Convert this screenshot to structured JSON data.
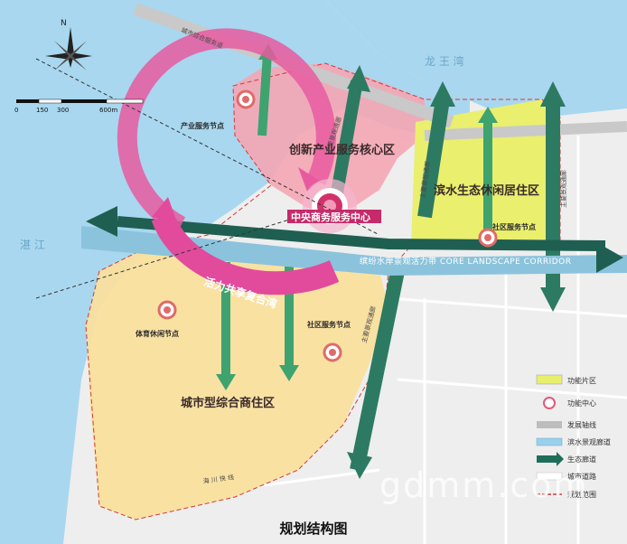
{
  "title": "规划结构图",
  "watermark": "gdmm.com",
  "compass": {
    "north": "N"
  },
  "scale": {
    "labels": [
      "0",
      "150",
      "300",
      "600m"
    ]
  },
  "water": {
    "river_left": "湛 江",
    "lake_top": "龙 王 湾"
  },
  "zones": {
    "core_innovation": "创新产业服务核心区",
    "waterfront_residential": "滨水生态休闲居住区",
    "urban_mixed": "城市型综合商住区",
    "cbd": "中央商务服务中心",
    "vitality_bay": "活力共享复合湾"
  },
  "nodes": {
    "industry": "产业服务节点",
    "community_east": "社区服务节点",
    "sports": "体育休闲节点",
    "community_south": "社区服务节点"
  },
  "corridor_label": "缤纷水岸景观活力带  CORE LANDSCAPE CORRIDOR",
  "roads": {
    "top_road": "城市综合服务道",
    "view_corridor_1": "主要景观通廊",
    "view_corridor_2": "主要景观通廊",
    "view_corridor_3": "主要景观通廊",
    "view_corridor_4": "主要景观通廊",
    "south_road": "海 川 快 线"
  },
  "legend": [
    {
      "label": "功能片区",
      "color": "#e8ef6b"
    },
    {
      "label": "功能中心",
      "color": "#e05a7a"
    },
    {
      "label": "发展轴线",
      "color": "#bdbdbd"
    },
    {
      "label": "滨水景观廊道",
      "color": "#9ad0ea"
    },
    {
      "label": "生态廊道",
      "color": "#1e6e5a"
    },
    {
      "label": "城市道路",
      "color": "#ffffff"
    },
    {
      "label": "规划范围",
      "color": "#d23a3a"
    }
  ]
}
